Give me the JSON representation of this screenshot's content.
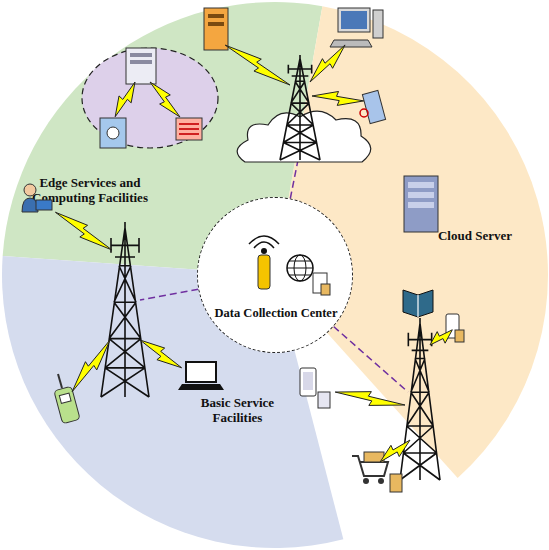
{
  "diagram": {
    "nodes": [
      {
        "text": [
          "Edge Services and Computing Facilities"
        ]
      },
      {
        "text": [
          "Cloud Server"
        ]
      },
      {
        "text": [
          "Data Collection Center"
        ]
      },
      {
        "text": [
          "Basic Service Facilities"
        ]
      }
    ],
    "edges": [
      {
        "from": 2,
        "to": 0,
        "arrow": "none"
      },
      {
        "from": 2,
        "to": 1,
        "arrow": "none"
      },
      {
        "from": 2,
        "to": 3,
        "arrow": "none"
      }
    ]
  }
}
